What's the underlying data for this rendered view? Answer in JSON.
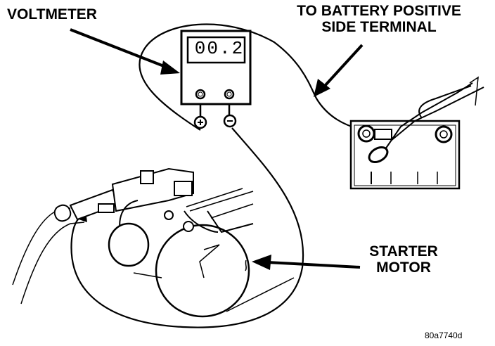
{
  "labels": {
    "voltmeter": "VOLTMETER",
    "battery_line1": "TO BATTERY POSITIVE",
    "battery_line2": "SIDE TERMINAL",
    "starter_line1": "STARTER",
    "starter_line2": "MOTOR"
  },
  "voltmeter": {
    "reading": "00.2",
    "positive_symbol": "+",
    "negative_symbol": "−"
  },
  "figure_id": "80a7740d"
}
